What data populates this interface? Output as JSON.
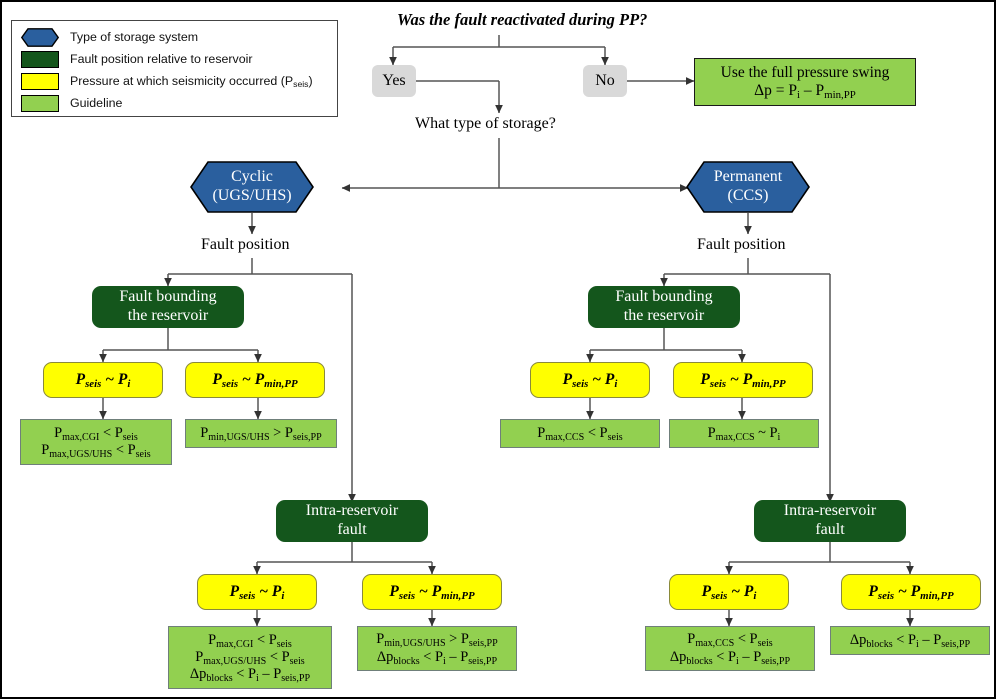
{
  "legend": {
    "items": [
      {
        "shape": "hexagon",
        "color": "#2a5f9e",
        "label": "Type of storage system"
      },
      {
        "shape": "rect",
        "color": "#14561c",
        "label": "Fault position relative to reservoir"
      },
      {
        "shape": "rect",
        "color": "#ffff00",
        "label": "Pressure at which seismicity occurred (P",
        "label_sub": "seis",
        "label_tail": ")"
      },
      {
        "shape": "rect",
        "color": "#92d050",
        "label": "Guideline"
      }
    ]
  },
  "root": {
    "question": "Was the fault reactivated during PP?",
    "yes_label": "Yes",
    "no_label": "No",
    "storage_question": "What type of storage?"
  },
  "full_swing": {
    "line1": "Use the full pressure swing",
    "line2_pre": "Δp = P",
    "line2_sub1": "i",
    "line2_mid": " – P",
    "line2_sub2": "min,PP"
  },
  "branches": {
    "cyclic": {
      "hex_line1": "Cyclic",
      "hex_line2": "(UGS/UHS)",
      "fault_position_label": "Fault position",
      "bounding": {
        "title_line1": "Fault bounding",
        "title_line2": "the reservoir",
        "left_yellow": {
          "pre": "P",
          "sub1": "seis",
          "op": " ~ P",
          "sub2": "i"
        },
        "right_yellow": {
          "pre": "P",
          "sub1": "seis",
          "op": " ~ P",
          "sub2": "min,PP"
        },
        "left_guideline": [
          {
            "a": "P",
            "asub": "max,CGI",
            "op": " < P",
            "bsub": "seis"
          },
          {
            "a": "P",
            "asub": "max,UGS/UHS",
            "op": " < P",
            "bsub": "seis"
          }
        ],
        "right_guideline": [
          {
            "a": "P",
            "asub": "min,UGS/UHS",
            "op": " > P",
            "bsub": "seis,PP"
          }
        ]
      },
      "intra": {
        "title_line1": "Intra-reservoir",
        "title_line2": "fault",
        "left_yellow": {
          "pre": "P",
          "sub1": "seis",
          "op": " ~ P",
          "sub2": "i"
        },
        "right_yellow": {
          "pre": "P",
          "sub1": "seis",
          "op": " ~ P",
          "sub2": "min,PP"
        },
        "left_guideline": [
          {
            "a": "P",
            "asub": "max,CGI",
            "op": " < P",
            "bsub": "seis"
          },
          {
            "a": "P",
            "asub": "max,UGS/UHS",
            "op": " < P",
            "bsub": "seis"
          },
          {
            "a": "Δp",
            "asub": "blocks",
            "op": " < P",
            "bsub": "i",
            "tail": " – P",
            "tailsub": "seis,PP"
          }
        ],
        "right_guideline": [
          {
            "a": "P",
            "asub": "min,UGS/UHS",
            "op": " > P",
            "bsub": "seis,PP"
          },
          {
            "a": "Δp",
            "asub": "blocks",
            "op": " < P",
            "bsub": "i",
            "tail": " – P",
            "tailsub": "seis,PP"
          }
        ]
      }
    },
    "permanent": {
      "hex_line1": "Permanent",
      "hex_line2": "(CCS)",
      "fault_position_label": "Fault position",
      "bounding": {
        "title_line1": "Fault bounding",
        "title_line2": "the reservoir",
        "left_yellow": {
          "pre": "P",
          "sub1": "seis",
          "op": " ~ P",
          "sub2": "i"
        },
        "right_yellow": {
          "pre": "P",
          "sub1": "seis",
          "op": " ~ P",
          "sub2": "min,PP"
        },
        "left_guideline": [
          {
            "a": "P",
            "asub": "max,CCS",
            "op": " < P",
            "bsub": "seis"
          }
        ],
        "right_guideline": [
          {
            "a": "P",
            "asub": "max,CCS",
            "op": " ~ P",
            "bsub": "i"
          }
        ]
      },
      "intra": {
        "title_line1": "Intra-reservoir",
        "title_line2": "fault",
        "left_yellow": {
          "pre": "P",
          "sub1": "seis",
          "op": " ~ P",
          "sub2": "i"
        },
        "right_yellow": {
          "pre": "P",
          "sub1": "seis",
          "op": " ~ P",
          "sub2": "min,PP"
        },
        "left_guideline": [
          {
            "a": "P",
            "asub": "max,CCS",
            "op": " < P",
            "bsub": "seis"
          },
          {
            "a": "Δp",
            "asub": "blocks",
            "op": " < P",
            "bsub": "i",
            "tail": " – P",
            "tailsub": "seis,PP"
          }
        ],
        "right_guideline": [
          {
            "a": "Δp",
            "asub": "blocks",
            "op": " < P",
            "bsub": "i",
            "tail": " – P",
            "tailsub": "seis,PP"
          }
        ]
      }
    }
  },
  "colors": {
    "hex_blue": "#2a5f9e",
    "dark_green": "#14561c",
    "yellow": "#ffff00",
    "guideline_green": "#92d050",
    "grey": "#d9d9d9",
    "wire": "#4d4d4d"
  }
}
